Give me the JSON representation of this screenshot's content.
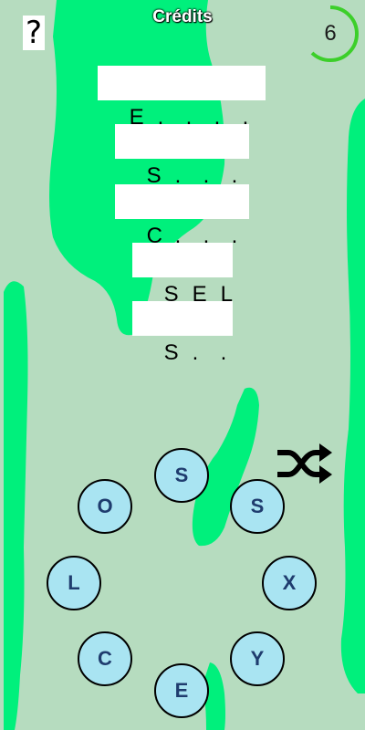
{
  "header": {
    "credits_label": "Crédits",
    "help_symbol": "?",
    "timer_value": "6",
    "timer_progress": 0.62
  },
  "words": [
    {
      "letters": [
        "E",
        ".",
        ".",
        ".",
        "."
      ]
    },
    {
      "letters": [
        "S",
        ".",
        ".",
        "."
      ]
    },
    {
      "letters": [
        "C",
        ".",
        ".",
        "."
      ]
    },
    {
      "letters": [
        "S",
        "E",
        "L"
      ]
    },
    {
      "letters": [
        "S",
        ".",
        "."
      ]
    }
  ],
  "letter_wheel": [
    "S",
    "S",
    "X",
    "Y",
    "E",
    "C",
    "L",
    "O"
  ],
  "icons": {
    "help": "question-mark-icon",
    "shuffle": "shuffle-arrows-icon"
  },
  "colors": {
    "background": "#b6dcbf",
    "blob": "#00f07c",
    "timer_ring": "#3ccf2a",
    "button_fill": "#a9e4f2",
    "button_text": "#1f3c6e"
  }
}
